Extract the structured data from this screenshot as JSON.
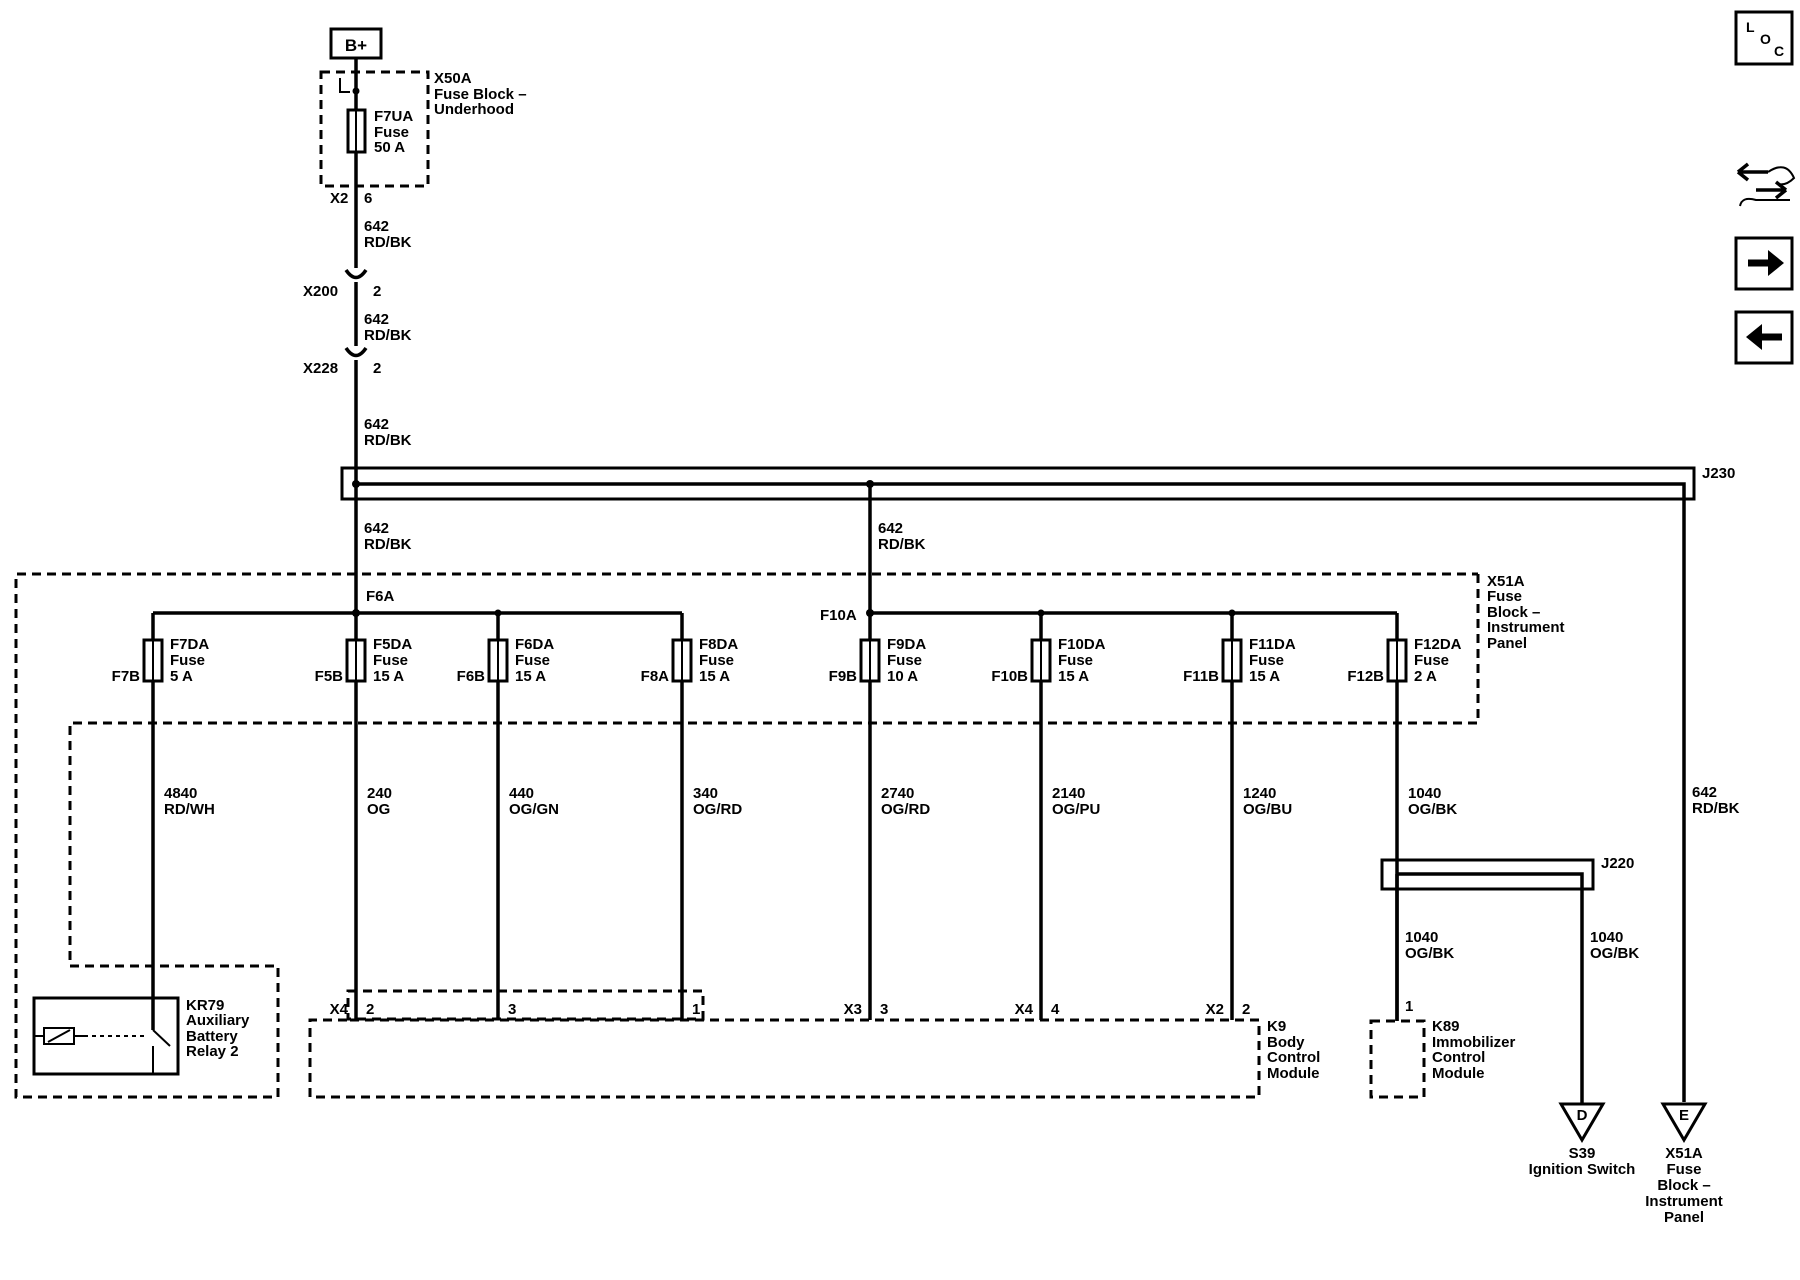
{
  "power": {
    "label": "B+"
  },
  "underhood": {
    "ref": "X50A",
    "name_lines": [
      "Fuse Block –",
      "Underhood"
    ],
    "fuse": {
      "lines": [
        "F7UA",
        "Fuse",
        "50 A"
      ]
    },
    "conn": "X2",
    "pin": "6"
  },
  "trunk_wires": [
    {
      "circuit": "642",
      "color": "RD/BK"
    },
    {
      "circuit": "642",
      "color": "RD/BK"
    },
    {
      "circuit": "642",
      "color": "RD/BK"
    },
    {
      "circuit": "642",
      "color": "RD/BK"
    },
    {
      "circuit": "642",
      "color": "RD/BK"
    },
    {
      "circuit": "642",
      "color": "RD/BK"
    }
  ],
  "inline_connectors": [
    {
      "ref": "X200",
      "pin": "2"
    },
    {
      "ref": "X228",
      "pin": "2"
    }
  ],
  "splices": {
    "j230": "J230",
    "j220": "J220"
  },
  "ip_block": {
    "ref": "X51A",
    "name_lines": [
      "Fuse",
      "Block –",
      "Instrument",
      "Panel"
    ],
    "bus_a": "F6A",
    "bus_b": "F10A"
  },
  "fuses": [
    {
      "lines": [
        "F7DA",
        "Fuse",
        "5 A"
      ],
      "out": "F7B",
      "circuit": "4840",
      "color": "RD/WH"
    },
    {
      "lines": [
        "F5DA",
        "Fuse",
        "15 A"
      ],
      "out": "F5B",
      "circuit": "240",
      "color": "OG"
    },
    {
      "lines": [
        "F6DA",
        "Fuse",
        "15 A"
      ],
      "out": "F6B",
      "circuit": "440",
      "color": "OG/GN"
    },
    {
      "lines": [
        "F8DA",
        "Fuse",
        "15 A"
      ],
      "out": "F8A",
      "circuit": "340",
      "color": "OG/RD"
    },
    {
      "lines": [
        "F9DA",
        "Fuse",
        "10 A"
      ],
      "out": "F9B",
      "circuit": "2740",
      "color": "OG/RD"
    },
    {
      "lines": [
        "F10DA",
        "Fuse",
        "15 A"
      ],
      "out": "F10B",
      "circuit": "2140",
      "color": "OG/PU"
    },
    {
      "lines": [
        "F11DA",
        "Fuse",
        "15 A"
      ],
      "out": "F11B",
      "circuit": "1240",
      "color": "OG/BU"
    },
    {
      "lines": [
        "F12DA",
        "Fuse",
        "2 A"
      ],
      "out": "F12B",
      "circuit": "1040",
      "color": "OG/BK"
    }
  ],
  "relay": {
    "ref": "KR79",
    "name_lines": [
      "Auxiliary",
      "Battery",
      "Relay 2"
    ]
  },
  "bcm": {
    "ref": "K9",
    "name_lines": [
      "Body",
      "Control",
      "Module"
    ],
    "pins": [
      {
        "conn": "X4",
        "pin": "2"
      },
      {
        "conn": "",
        "pin": "3"
      },
      {
        "conn": "",
        "pin": "1"
      },
      {
        "conn": "X3",
        "pin": "3"
      },
      {
        "conn": "X4",
        "pin": "4"
      },
      {
        "conn": "X2",
        "pin": "2"
      }
    ]
  },
  "immobilizer": {
    "ref": "K89",
    "name_lines": [
      "Immobilizer",
      "Control",
      "Module"
    ],
    "pin": "1"
  },
  "j220_wires": [
    {
      "circuit": "1040",
      "color": "OG/BK"
    },
    {
      "circuit": "1040",
      "color": "OG/BK"
    }
  ],
  "offpage": [
    {
      "letter": "D",
      "ref": "S39",
      "name_lines": [
        "Ignition Switch"
      ]
    },
    {
      "letter": "E",
      "ref": "X51A",
      "name_lines": [
        "Fuse",
        "Block –",
        "Instrument",
        "Panel"
      ]
    }
  ],
  "icons": {
    "loc": {
      "l": "L",
      "o": "O",
      "c": "C",
      "name": "location-icon"
    },
    "connector": "connector-view-icon",
    "forward": "forward-arrow-icon",
    "back": "back-arrow-icon"
  }
}
